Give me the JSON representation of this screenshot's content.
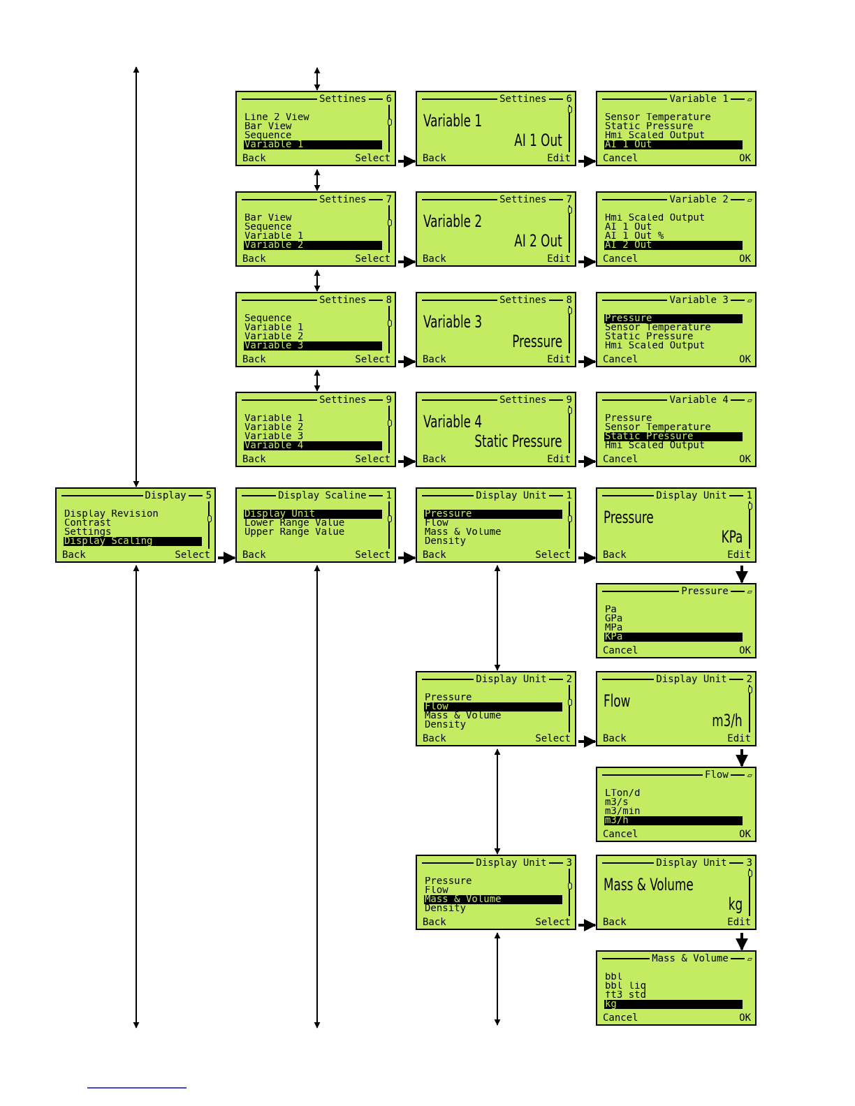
{
  "screens": [
    {
      "id": "s6",
      "title": "Settines",
      "num": "6",
      "type": "list",
      "items": [
        "Line 2 View",
        "Bar View",
        "Sequence",
        "Variable 1"
      ],
      "sel": 3,
      "left": "Back",
      "right": "Select",
      "scroll": true
    },
    {
      "id": "v1",
      "title": "Settines",
      "num": "6",
      "type": "value",
      "line1": "Variable 1",
      "line2": "AI 1 Out",
      "left": "Back",
      "right": "Edit",
      "scroll": true
    },
    {
      "id": "c1",
      "title": "Variable 1",
      "icon": "▱",
      "type": "list",
      "items": [
        "Sensor Temperature",
        "Static Pressure",
        "Hmi Scaled Output",
        "AI 1 Out"
      ],
      "sel": 3,
      "left": "Cancel",
      "right": "OK",
      "scroll": false
    },
    {
      "id": "s7",
      "title": "Settines",
      "num": "7",
      "type": "list",
      "items": [
        "Bar View",
        "Sequence",
        "Variable 1",
        "Variable 2"
      ],
      "sel": 3,
      "left": "Back",
      "right": "Select",
      "scroll": true
    },
    {
      "id": "v2",
      "title": "Settines",
      "num": "7",
      "type": "value",
      "line1": "Variable 2",
      "line2": "AI 2 Out",
      "left": "Back",
      "right": "Edit",
      "scroll": true
    },
    {
      "id": "c2",
      "title": "Variable 2",
      "icon": "▱",
      "type": "list",
      "items": [
        "Hmi Scaled Output",
        "AI 1 Out",
        "AI 1 Out %",
        "AI 2 Out"
      ],
      "sel": 3,
      "left": "Cancel",
      "right": "OK",
      "scroll": false
    },
    {
      "id": "s8",
      "title": "Settines",
      "num": "8",
      "type": "list",
      "items": [
        "Sequence",
        "Variable 1",
        "Variable 2",
        "Variable 3"
      ],
      "sel": 3,
      "left": "Back",
      "right": "Select",
      "scroll": true
    },
    {
      "id": "v3",
      "title": "Settines",
      "num": "8",
      "type": "value",
      "line1": "Variable 3",
      "line2": "Pressure",
      "left": "Back",
      "right": "Edit",
      "scroll": true
    },
    {
      "id": "c3",
      "title": "Variable 3",
      "icon": "▱",
      "type": "list",
      "items": [
        "Pressure",
        "Sensor Temperature",
        "Static Pressure",
        "Hmi Scaled Output"
      ],
      "sel": 0,
      "left": "Cancel",
      "right": "OK",
      "scroll": false
    },
    {
      "id": "s9",
      "title": "Settines",
      "num": "9",
      "type": "list",
      "items": [
        "Variable 1",
        "Variable 2",
        "Variable 3",
        "Variable 4"
      ],
      "sel": 3,
      "left": "Back",
      "right": "Select",
      "scroll": true
    },
    {
      "id": "v4",
      "title": "Settines",
      "num": "9",
      "type": "value",
      "line1": "Variable 4",
      "line2": "Static Pressure",
      "left": "Back",
      "right": "Edit",
      "scroll": true
    },
    {
      "id": "c4",
      "title": "Variable 4",
      "icon": "▱",
      "type": "list",
      "items": [
        "Pressure",
        "Sensor Temperature",
        "Static Pressure",
        "Hmi Scaled Output"
      ],
      "sel": 2,
      "left": "Cancel",
      "right": "OK",
      "scroll": false
    },
    {
      "id": "disp",
      "title": "Display",
      "num": "5",
      "type": "list",
      "items": [
        "Display Revision",
        "Contrast",
        "Settings",
        "Display Scaling"
      ],
      "sel": 3,
      "left": "Back",
      "right": "Select",
      "scroll": true
    },
    {
      "id": "dsc",
      "title": "Display Scaline",
      "num": "1",
      "type": "list",
      "items": [
        "Display Unit",
        "Lower Range Value",
        "Upper Range Value"
      ],
      "sel": 0,
      "left": "Back",
      "right": "Select",
      "scroll": true
    },
    {
      "id": "du1",
      "title": "Display Unit",
      "num": "1",
      "type": "list",
      "items": [
        "Pressure",
        "Flow",
        "Mass & Volume",
        "Density"
      ],
      "sel": 0,
      "left": "Back",
      "right": "Select",
      "scroll": true
    },
    {
      "id": "dv1",
      "title": "Display Unit",
      "num": "1",
      "type": "value",
      "line1": "Pressure",
      "line2": "KPa",
      "left": "Back",
      "right": "Edit",
      "scroll": true
    },
    {
      "id": "pp",
      "title": "Pressure",
      "icon": "▱",
      "type": "list",
      "items": [
        "Pa",
        "GPa",
        "MPa",
        "KPa"
      ],
      "sel": 3,
      "left": "Cancel",
      "right": "OK",
      "scroll": false
    },
    {
      "id": "du2",
      "title": "Display Unit",
      "num": "2",
      "type": "list",
      "items": [
        "Pressure",
        "Flow",
        "Mass & Volume",
        "Density"
      ],
      "sel": 1,
      "left": "Back",
      "right": "Select",
      "scroll": true
    },
    {
      "id": "dv2",
      "title": "Display Unit",
      "num": "2",
      "type": "value",
      "line1": "Flow",
      "line2": "m3/h",
      "left": "Back",
      "right": "Edit",
      "scroll": true
    },
    {
      "id": "fp",
      "title": "Flow",
      "icon": "▱",
      "type": "list",
      "items": [
        "LTon/d",
        "m3/s",
        "m3/min",
        "m3/h"
      ],
      "sel": 3,
      "left": "Cancel",
      "right": "OK",
      "scroll": false
    },
    {
      "id": "du3",
      "title": "Display Unit",
      "num": "3",
      "type": "list",
      "items": [
        "Pressure",
        "Flow",
        "Mass & Volume",
        "Density"
      ],
      "sel": 2,
      "left": "Back",
      "right": "Select",
      "scroll": true
    },
    {
      "id": "dv3",
      "title": "Display Unit",
      "num": "3",
      "type": "value",
      "line1": "Mass & Volume",
      "line2": "kg",
      "left": "Back",
      "right": "Edit",
      "scroll": true
    },
    {
      "id": "mp",
      "title": "Mass & Volume",
      "icon": "▱",
      "type": "list",
      "items": [
        "bbl",
        "bbl liq",
        "ft3 std",
        "kg"
      ],
      "sel": 3,
      "left": "Cancel",
      "right": "OK",
      "scroll": false
    }
  ]
}
